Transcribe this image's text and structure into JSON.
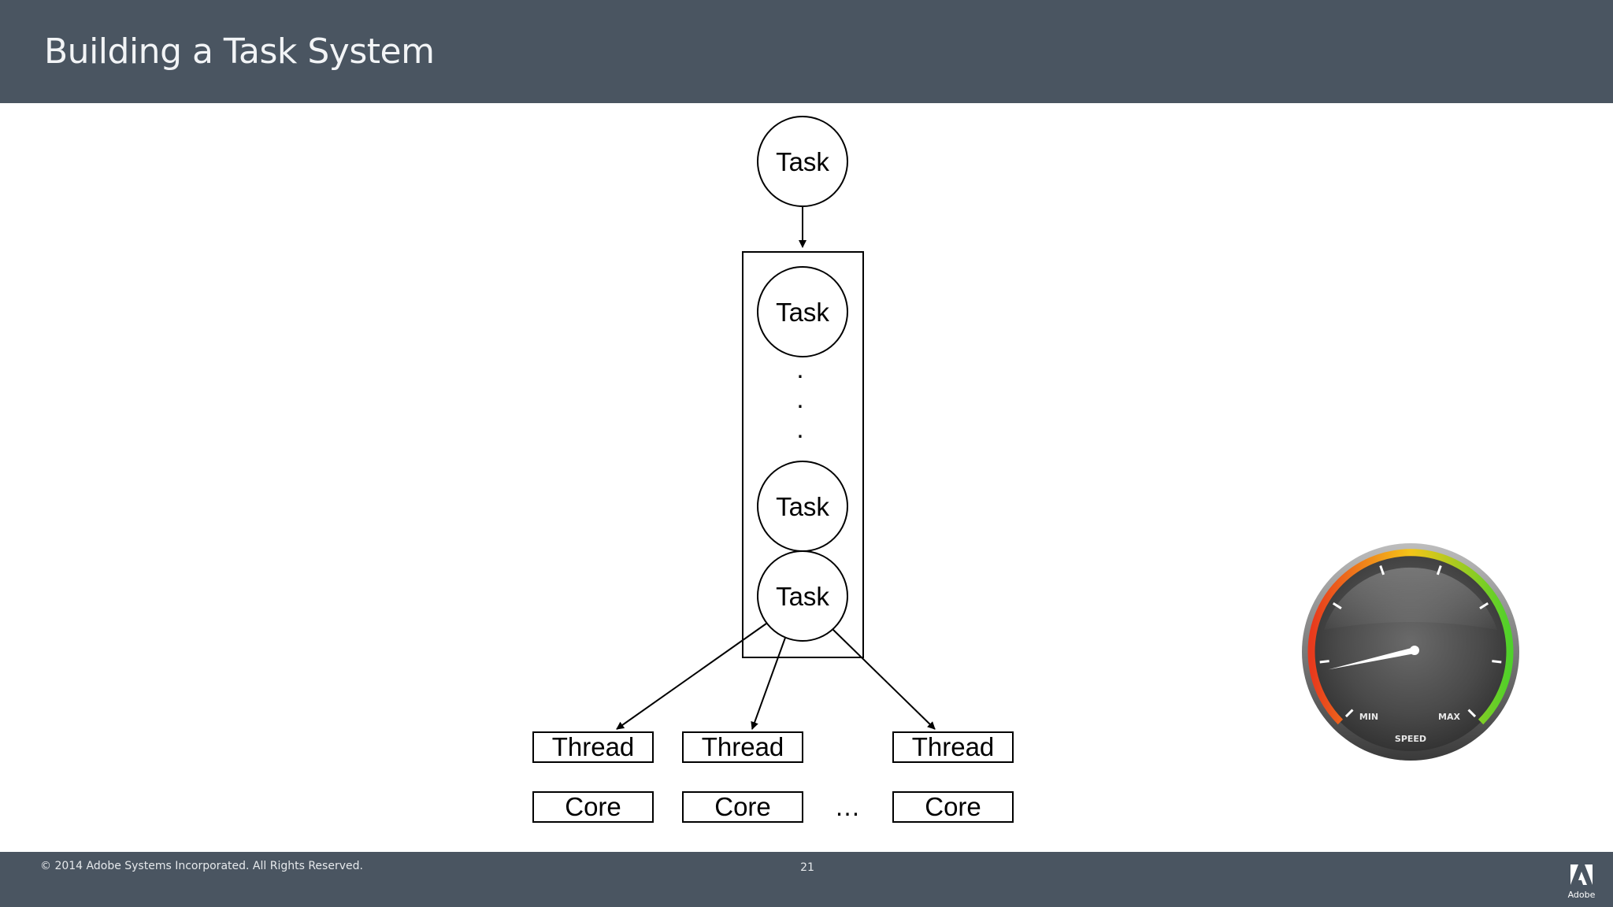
{
  "slide": {
    "title": "Building a Task System"
  },
  "footer": {
    "copyright": "© 2014 Adobe Systems Incorporated.  All Rights Reserved.",
    "page_number": "21",
    "logo_text": "Adobe"
  },
  "diagram": {
    "incoming_task": "Task",
    "queue_tasks": [
      "Task",
      "Task",
      "Task"
    ],
    "queue_ellipsis": ".",
    "threads": [
      "Thread",
      "Thread",
      "Thread"
    ],
    "cores": [
      "Core",
      "Core",
      "Core"
    ],
    "cores_ellipsis": "…"
  },
  "gauge": {
    "min_label": "MIN",
    "max_label": "MAX",
    "caption": "SPEED",
    "level": 0.12,
    "colors": {
      "low": "#e8391d",
      "mid": "#f5c518",
      "high": "#4fd12a"
    }
  },
  "colors": {
    "bar": "#4a5561",
    "title_text": "#f2f4f6"
  }
}
